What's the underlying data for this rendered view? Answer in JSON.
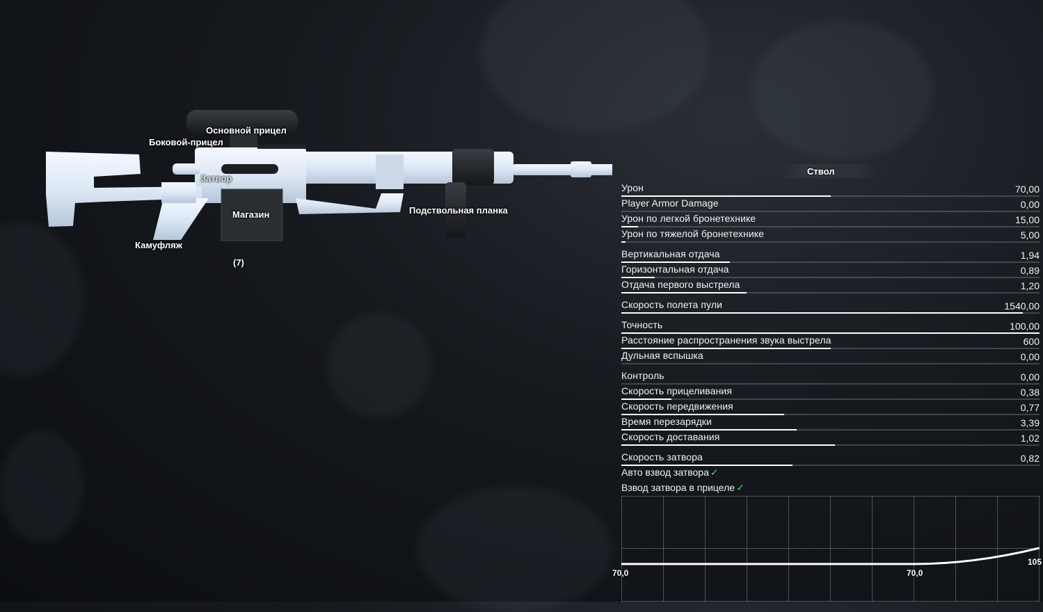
{
  "weapon_parts": {
    "main_scope": "Основной прицел",
    "side_scope": "Боковой-прицел",
    "bolt": "Затвор",
    "magazine": "Магазин",
    "underbarrel": "Подствольная планка",
    "camo": "Камуфляж",
    "ammo_count": "(7)",
    "barrel": "Ствол"
  },
  "colors": {
    "accent_check": "#4fd14f",
    "bar_fill": "#ffffff"
  },
  "stats": [
    {
      "name": "Урон",
      "value": "70,00",
      "fill": 0.5
    },
    {
      "name": "Player Armor Damage",
      "value": "0,00",
      "fill": 0.0
    },
    {
      "name": "Урон по легкой бронетехнике",
      "value": "15,00",
      "fill": 0.04
    },
    {
      "name": "Урон по тяжелой бронетехнике",
      "value": "5,00",
      "fill": 0.01
    },
    {
      "name": "Вертикальная отдача",
      "value": "1,94",
      "fill": 0.26
    },
    {
      "name": "Горизонтальная отдача",
      "value": "0,89",
      "fill": 0.08
    },
    {
      "name": "Отдача первого выстрела",
      "value": "1,20",
      "fill": 0.3
    },
    {
      "name": "Скорость полета пули",
      "value": "1540,00",
      "fill": 0.96
    },
    {
      "name": "Точность",
      "value": "100,00",
      "fill": 1.0
    },
    {
      "name": "Расстояние распространения звука выстрела",
      "value": "600",
      "fill": 0.5
    },
    {
      "name": "Дульная вспышка",
      "value": "0,00",
      "fill": 0.0
    },
    {
      "name": "Контроль",
      "value": "0,00",
      "fill": 0.0
    },
    {
      "name": "Скорость прицеливания",
      "value": "0,38",
      "fill": 0.12
    },
    {
      "name": "Скорость передвижения",
      "value": "0,77",
      "fill": 0.39
    },
    {
      "name": "Время перезарядки",
      "value": "3,39",
      "fill": 0.42
    },
    {
      "name": "Скорость доставания",
      "value": "1,02",
      "fill": 0.51
    },
    {
      "name": "Скорость затвора",
      "value": "0,82",
      "fill": 0.41
    }
  ],
  "flags": {
    "auto_bolt": "Авто взвод затвора",
    "scoped_bolt": "Взвод затвора в прицеле",
    "check": "✓"
  },
  "damage_graph": {
    "label_left": "70,0",
    "label_mid": "70,0",
    "label_right": "105"
  }
}
